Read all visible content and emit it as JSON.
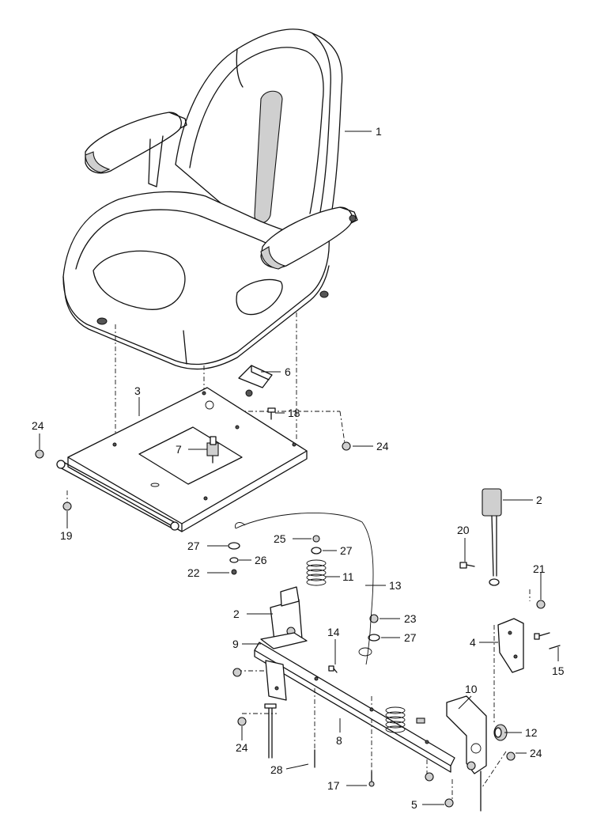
{
  "callouts": [
    {
      "id": "c1",
      "label": "1"
    },
    {
      "id": "c2a",
      "label": "2"
    },
    {
      "id": "c2b",
      "label": "2"
    },
    {
      "id": "c3",
      "label": "3"
    },
    {
      "id": "c4",
      "label": "4"
    },
    {
      "id": "c5",
      "label": "5"
    },
    {
      "id": "c6",
      "label": "6"
    },
    {
      "id": "c7",
      "label": "7"
    },
    {
      "id": "c8",
      "label": "8"
    },
    {
      "id": "c9",
      "label": "9"
    },
    {
      "id": "c10",
      "label": "10"
    },
    {
      "id": "c11",
      "label": "11"
    },
    {
      "id": "c12",
      "label": "12"
    },
    {
      "id": "c13",
      "label": "13"
    },
    {
      "id": "c14",
      "label": "14"
    },
    {
      "id": "c15",
      "label": "15"
    },
    {
      "id": "c17",
      "label": "17"
    },
    {
      "id": "c18",
      "label": "18"
    },
    {
      "id": "c19",
      "label": "19"
    },
    {
      "id": "c20",
      "label": "20"
    },
    {
      "id": "c21",
      "label": "21"
    },
    {
      "id": "c22",
      "label": "22"
    },
    {
      "id": "c23",
      "label": "23"
    },
    {
      "id": "c24a",
      "label": "24"
    },
    {
      "id": "c24b",
      "label": "24"
    },
    {
      "id": "c24c",
      "label": "24"
    },
    {
      "id": "c24d",
      "label": "24"
    },
    {
      "id": "c25",
      "label": "25"
    },
    {
      "id": "c26",
      "label": "26"
    },
    {
      "id": "c27a",
      "label": "27"
    },
    {
      "id": "c27b",
      "label": "27"
    },
    {
      "id": "c27c",
      "label": "27"
    },
    {
      "id": "c28",
      "label": "28"
    }
  ]
}
